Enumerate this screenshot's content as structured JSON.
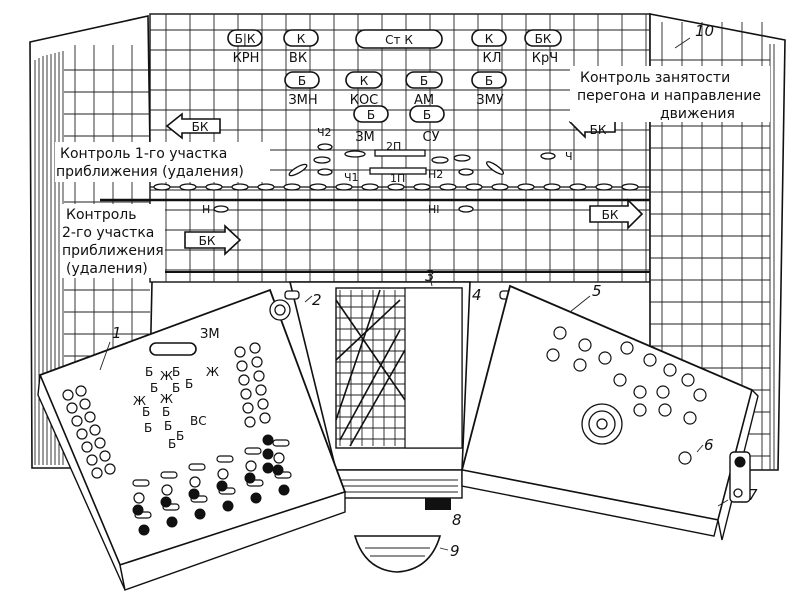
{
  "board": {
    "signals": {
      "crn_top": "Б|К",
      "crn_label": "КРН",
      "vk_top": "К",
      "vk_label": "ВК",
      "stk": "Ст К",
      "kl_top": "К",
      "kl_label": "КЛ",
      "krch_top": "БК",
      "krch_label": "КрЧ",
      "zmn_top": "Б",
      "zmn_label": "ЗМН",
      "kos_top": "К",
      "kos_label": "КОС",
      "am_top": "Б",
      "am_label": "АМ",
      "zmu_top": "Б",
      "zmu_label": "ЗМУ",
      "zm_top": "Б",
      "zm_label": "ЗМ",
      "su_top": "Б",
      "su_label": "СУ",
      "ch2": "Ч2",
      "ch1": "Ч1",
      "n2": "Н2",
      "ch": "Ч",
      "p2": "2П",
      "p1": "1П",
      "n": "Н",
      "nn": "НI"
    },
    "arrows": {
      "bk_left_top": "БК",
      "bk_right_top": "БК",
      "bk_right_bottom": "БК",
      "bk_left_bottom": "БК"
    },
    "texts": {
      "control_1_line1": "Контроль 1-го участка",
      "control_1_line2": "приближения (удаления)",
      "control_2_line1": "Контроль",
      "control_2_line2": "2-го участка",
      "control_2_line3": "приближения",
      "control_2_line4": "(удаления)",
      "occupancy_line1": "Контроль занятости",
      "occupancy_line2": "перегона и направление",
      "occupancy_line3": "движения"
    },
    "callouts": [
      "1",
      "2",
      "3",
      "4",
      "5",
      "6",
      "7",
      "8",
      "9",
      "10"
    ]
  },
  "left_panel": {
    "zm": "ЗМ",
    "letters": [
      "Б",
      "Б",
      "Б",
      "Б",
      "Ж",
      "Б",
      "Ж",
      "Ж",
      "Ж",
      "Б",
      "Б",
      "Б",
      "Б",
      "Б",
      "ВС",
      "Б"
    ]
  }
}
